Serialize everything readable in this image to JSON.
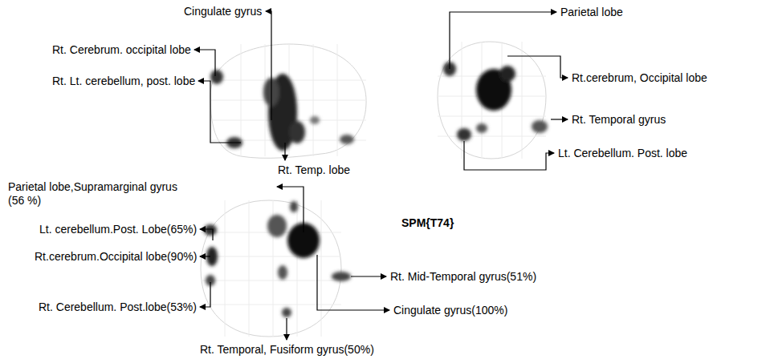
{
  "diagram": {
    "labels": [
      "Cingulate gyrus",
      "Rt. Cerebrum. occipital lobe",
      "Rt. Lt. cerebellum, post. lobe",
      "Rt. Temp. lobe",
      "Parietal lobe",
      "Rt.cerebrum, Occipital lobe",
      "Rt. Temporal gyrus",
      "Lt. Cerebellum. Post. lobe",
      "Parietal lobe,Supramarginal gyrus (56 %)",
      "Lt. cerebellum.Post. Lobe(65%)",
      "Rt.cerebrum.Occipital lobe(90%)",
      "Rt. Cerebellum. Post.lobe(53%)",
      "Rt. Mid-Temporal gyrus(51%)",
      "Cingulate gyrus(100%)",
      "Rt. Temporal, Fusiform gyrus(50%)",
      "SPM{T74}"
    ]
  }
}
